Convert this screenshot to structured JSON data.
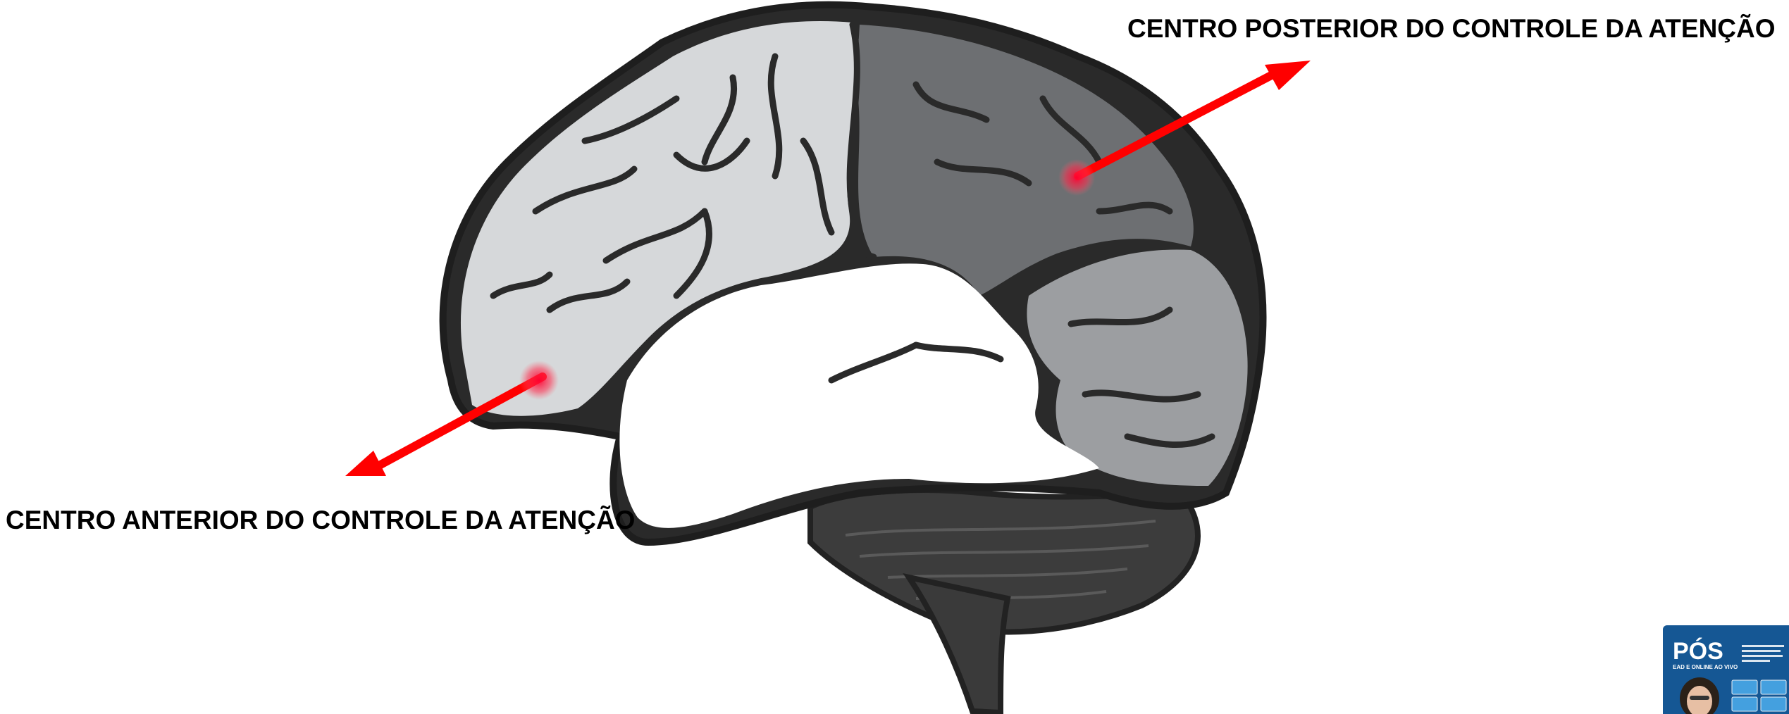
{
  "diagram": {
    "labels": {
      "posterior": "CENTRO POSTERIOR DO CONTROLE DA ATENÇÃO",
      "anterior": "CENTRO ANTERIOR DO CONTROLE DA ATENÇÃO"
    },
    "colors": {
      "frontal_lobe": "#d6d8da",
      "parietal_lobe": "#6d6f72",
      "occipital_lobe": "#9c9ea1",
      "temporal_lobe": "#ffffff",
      "cerebellum": "#3c3c3c",
      "outline": "#2a2a2a",
      "arrow": "#ff0000",
      "marker": "#ff2a4a"
    }
  },
  "thumbnail": {
    "title": "PÓS",
    "subtitle": "EAD E ONLINE AO VIVO",
    "background": "#1a5f9e"
  }
}
